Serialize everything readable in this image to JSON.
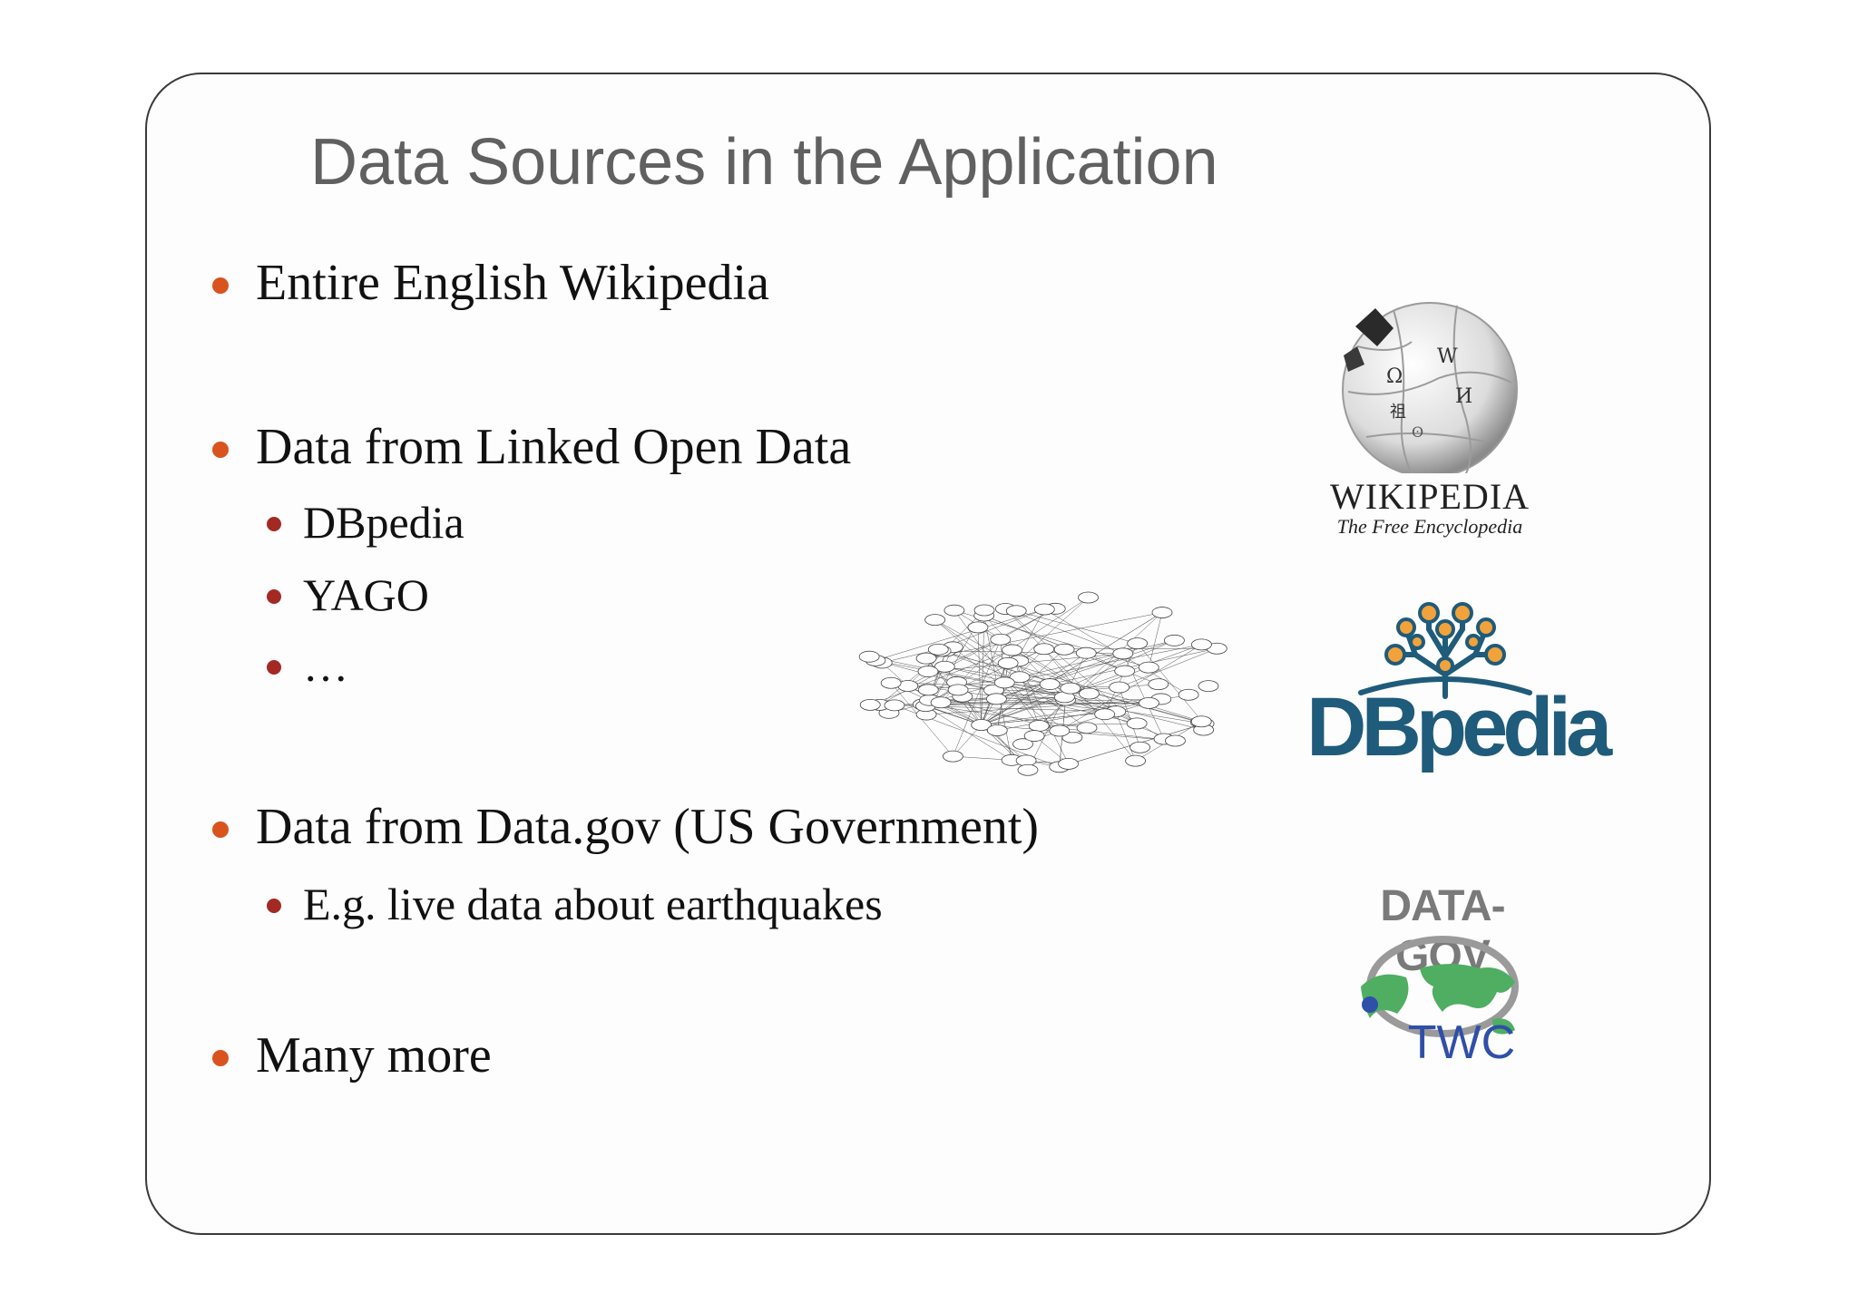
{
  "slide": {
    "title": "Data Sources in the Application",
    "bullets": [
      {
        "text": "Entire English Wikipedia",
        "level": 1
      },
      {
        "text": "Data from Linked Open Data",
        "level": 1
      },
      {
        "text": "DBpedia",
        "level": 2
      },
      {
        "text": "YAGO",
        "level": 2
      },
      {
        "text": "…",
        "level": 2
      },
      {
        "text": "Data from Data.gov (US Government)",
        "level": 1
      },
      {
        "text": "E.g. live data about earthquakes",
        "level": 2
      },
      {
        "text": "Many more",
        "level": 1
      }
    ]
  },
  "logos": {
    "wikipedia": {
      "name": "WIKIPEDIA",
      "tagline": "The Free Encyclopedia",
      "icon": "wikipedia-globe-icon"
    },
    "dbpedia": {
      "name": "DBpedia",
      "icon": "dbpedia-tree-icon",
      "color": "#1f5b7a"
    },
    "datagov": {
      "name": "DATA-GOV",
      "subname": "TWC",
      "icon": "world-map-globe-icon"
    }
  },
  "colors": {
    "bullet_primary": "#d9531e",
    "bullet_secondary": "#a32a23",
    "title": "#606060",
    "dbpedia_accent": "#f2a23a"
  }
}
